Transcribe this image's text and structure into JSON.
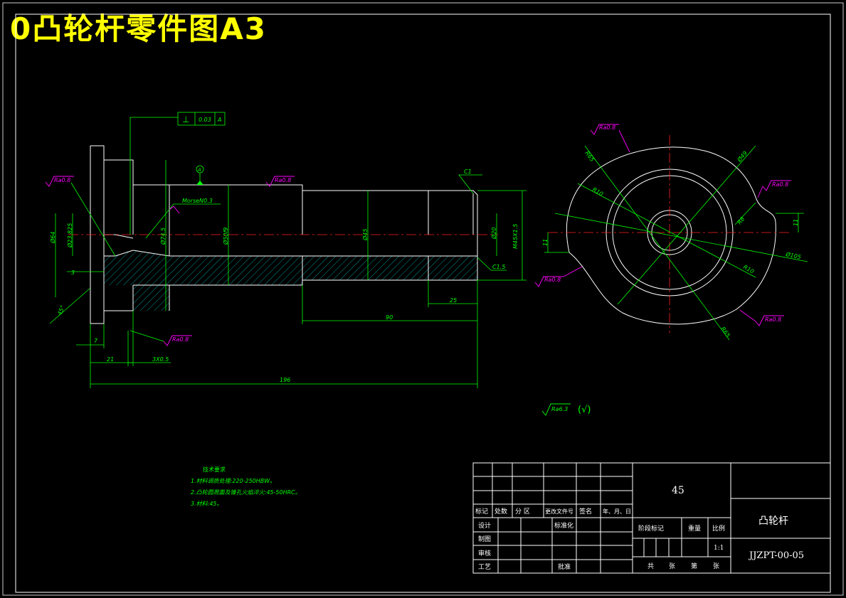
{
  "title": "0凸轮杆零件图A3",
  "surface_marks": {
    "ra08": "Ra0.8",
    "ra63": "Ra6.3",
    "other": "(√)"
  },
  "tolerance_frame": {
    "symbol": "⊥",
    "value": "0.03",
    "datum": "A"
  },
  "datum_label": "A",
  "shaft_dims": {
    "d64": "Ø64",
    "d23825": "Ø23.825",
    "d745": "Ø74.5",
    "d50f9": "Ø50f9",
    "d45": "Ø45",
    "d20": "Ø20",
    "m45": "M45X1.5",
    "morse": "MorseN0.3",
    "c1": "C1",
    "c15": "C1.5",
    "l3": "3",
    "l7": "7",
    "l21": "21",
    "l3x05": "3X0.5",
    "l25": "25",
    "l90": "90",
    "l196": "196",
    "a45": "45°"
  },
  "cam_dims": {
    "r65a": "R65",
    "r10a": "R10",
    "d49": "Ø49",
    "r8": "R8",
    "r10b": "R10",
    "d105": "Ø105",
    "r65b": "R65",
    "l11a": "11",
    "l11b": "11"
  },
  "tech_requirements": {
    "heading": "技术要求",
    "line1": "1.材料调质处理:220-250HBW。",
    "line2": "2.凸轮圆周面及锥孔火焰淬火:45-50HRC。",
    "line3": "3.材料:45。"
  },
  "title_block": {
    "material": "45",
    "part_name": "凸轮杆",
    "drawing_no": "JJZPT-00-05",
    "scale": "1:1",
    "row_labels": [
      "标记",
      "处数",
      "分  区",
      "更改文件号",
      "签名",
      "年、月、日"
    ],
    "design": "设计",
    "standardization": "标准化",
    "drafting": "制图",
    "review": "审核",
    "process": "工艺",
    "approve": "批准",
    "stage_mark": "阶段标记",
    "weight": "重量",
    "ratio": "比例",
    "total": "共",
    "sheets": "张",
    "page": "第",
    "sheet2": "张"
  }
}
